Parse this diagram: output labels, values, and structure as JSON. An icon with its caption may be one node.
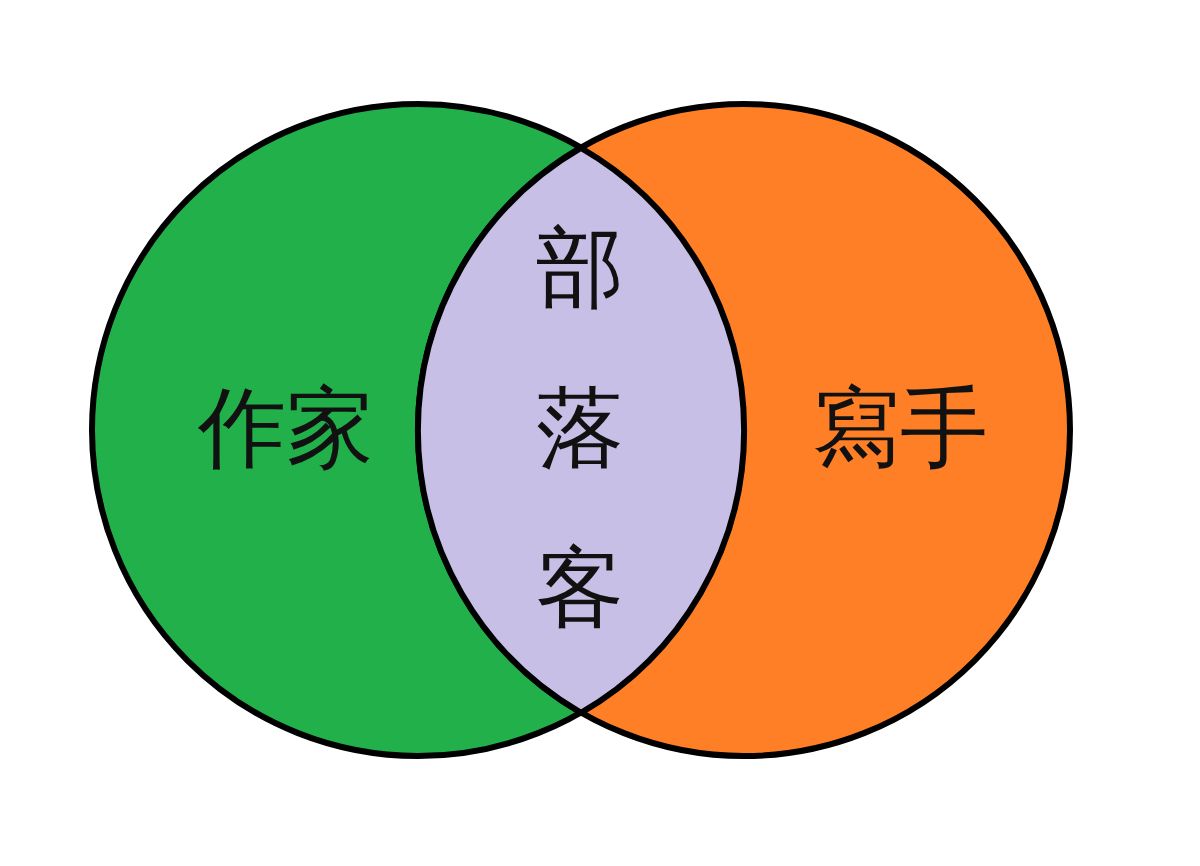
{
  "diagram": {
    "nodes": [
      {
        "text": [
          "作家"
        ]
      },
      {
        "text": [
          "部落客"
        ]
      },
      {
        "text": [
          "寫手"
        ]
      }
    ]
  }
}
